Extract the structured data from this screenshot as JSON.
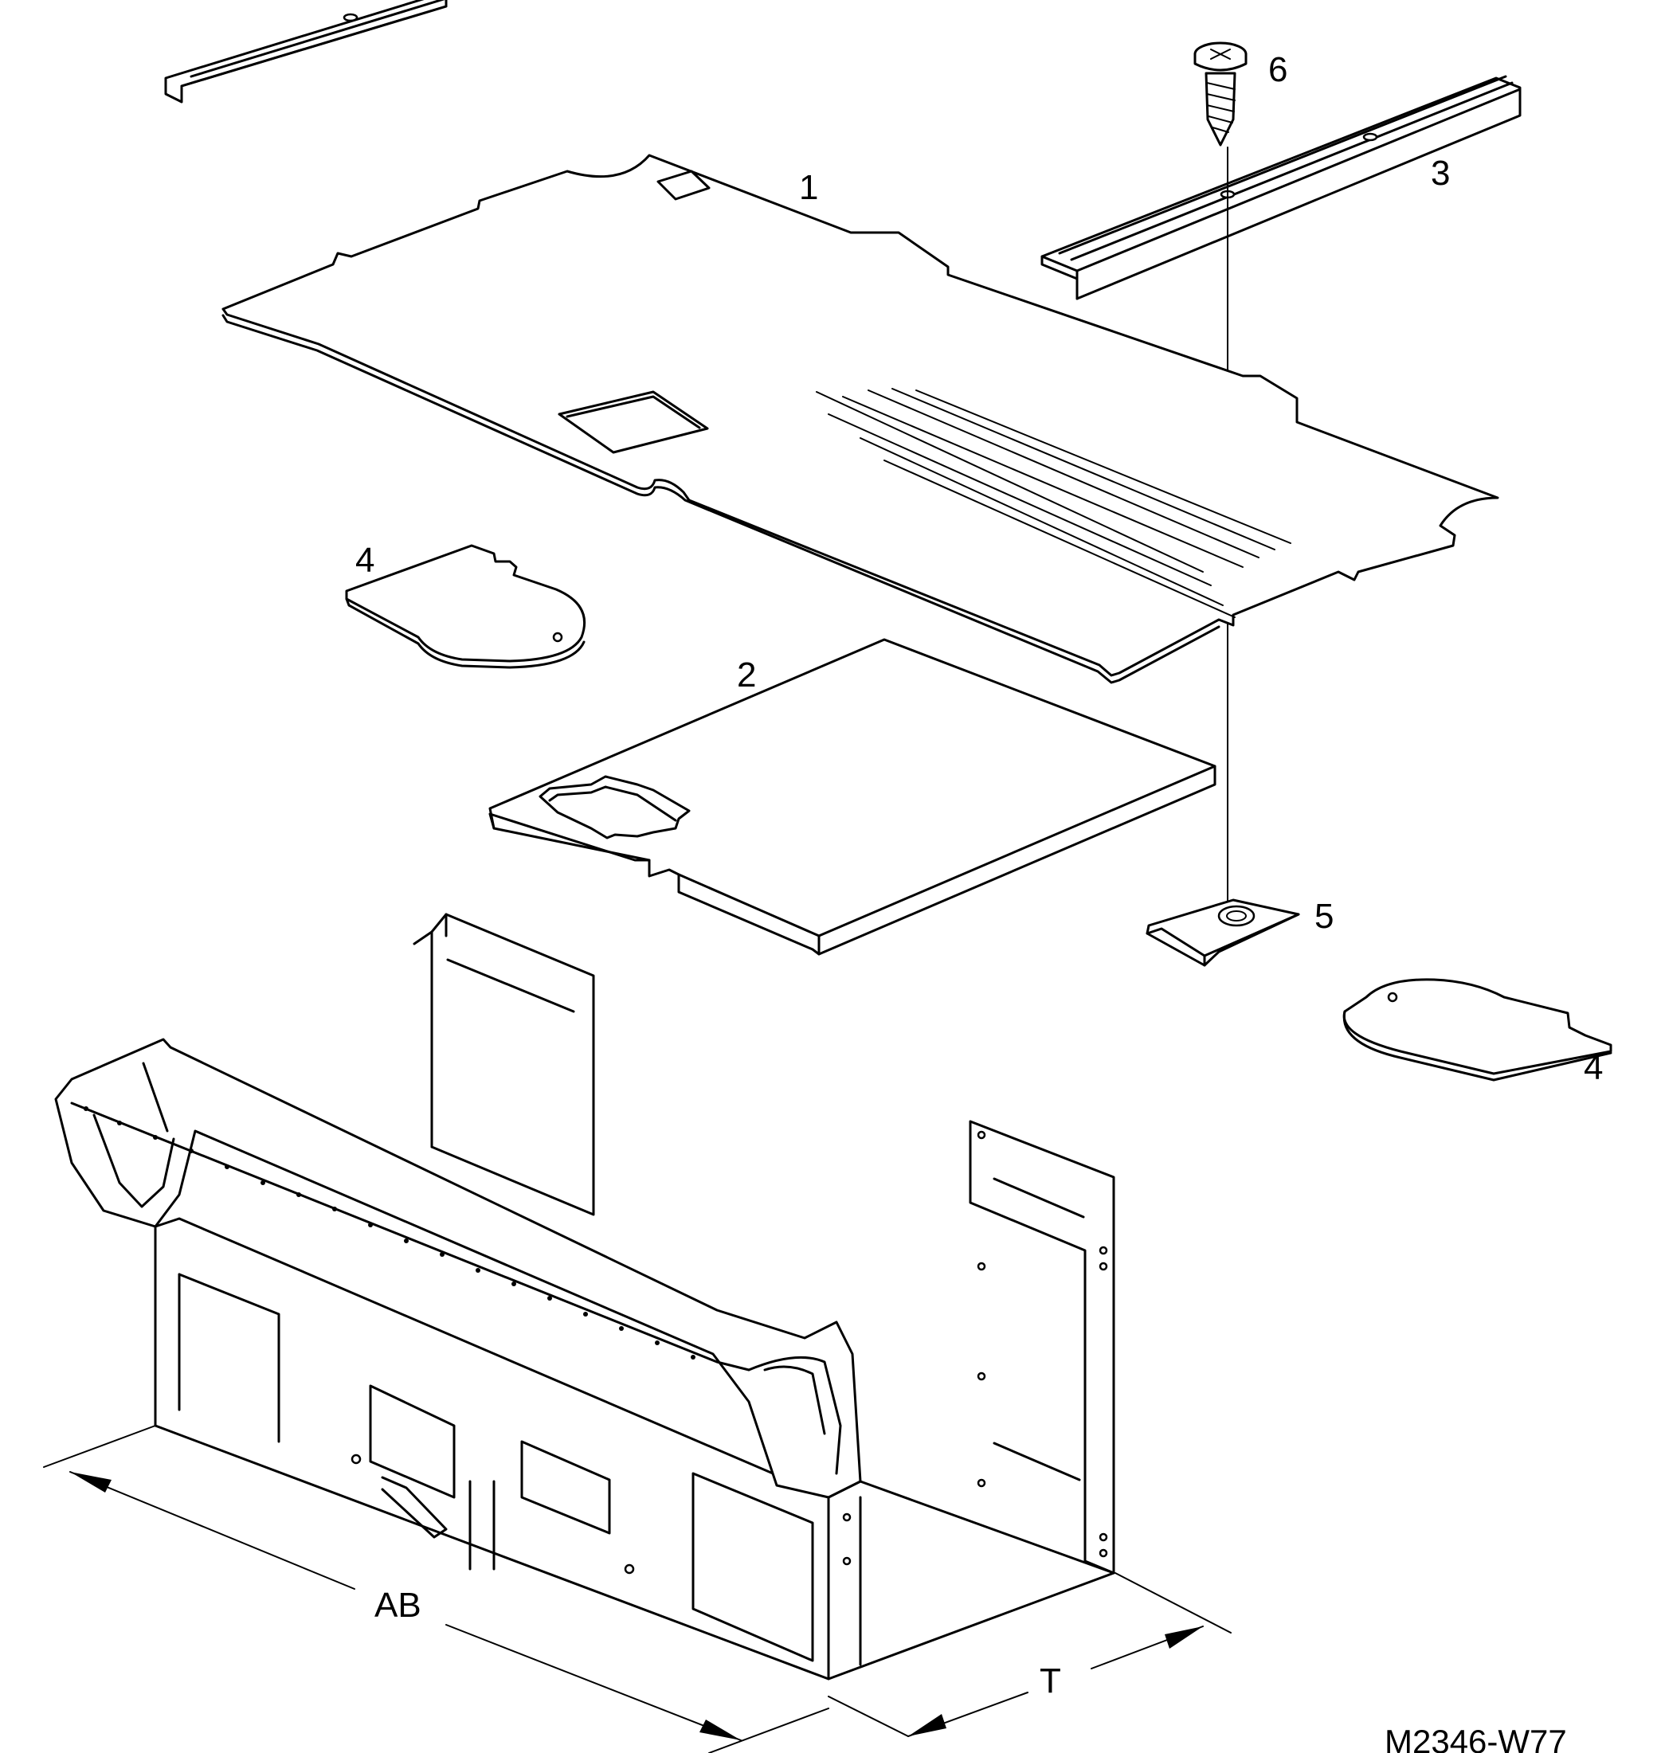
{
  "callouts": {
    "c1": "1",
    "c2": "2",
    "c3": "3",
    "c4a": "4",
    "c4b": "4",
    "c5": "5",
    "c6": "6"
  },
  "dimensions": {
    "width_label": "AB",
    "depth_label": "T"
  },
  "figure_code": "M2346-W77"
}
